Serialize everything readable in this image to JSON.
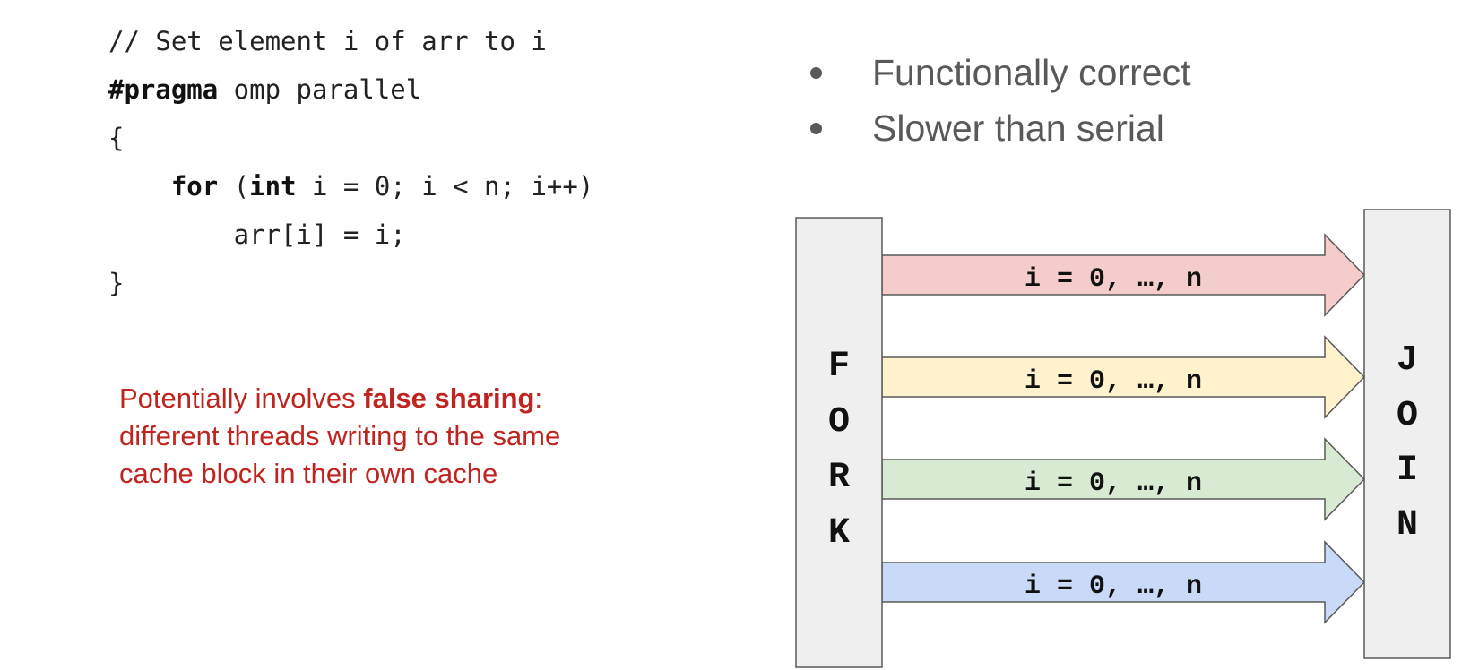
{
  "code": {
    "comment": "// Set element i of arr to i",
    "pragma_kw": "#pragma",
    "pragma_rest": " omp parallel",
    "open_brace": "{",
    "for_indent": "    ",
    "for_kw": "for",
    "for_paren": " (",
    "int_kw": "int",
    "for_rest": " i = 0; i < n; i++)",
    "body": "        arr[i] = i;",
    "close_brace": "}"
  },
  "note": {
    "text_1": "Potentially involves ",
    "bold_1": "false sharing",
    "text_2": ": different threads writing to the same cache block in their own cache"
  },
  "bullets": [
    "Functionally correct",
    "Slower than serial"
  ],
  "diagram": {
    "fork_letters": [
      "F",
      "O",
      "R",
      "K"
    ],
    "join_letters": [
      "J",
      "O",
      "I",
      "N"
    ],
    "arrows": [
      {
        "label": "i = 0, …, n",
        "color": "#f4cccc"
      },
      {
        "label": "i = 0, …, n",
        "color": "#fff2cc"
      },
      {
        "label": "i = 0, …, n",
        "color": "#d9ead3"
      },
      {
        "label": "i = 0, …, n",
        "color": "#c9daf8"
      }
    ],
    "box_color": "#efefef",
    "outline_color": "#595959"
  }
}
